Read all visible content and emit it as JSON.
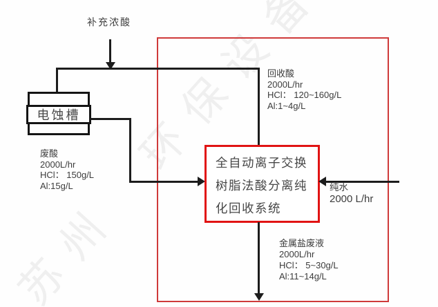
{
  "watermark": {
    "text": "苏州　环保设备"
  },
  "labels": {
    "supplement_acid": "补充浓酸",
    "etch_tank": "电蚀槽"
  },
  "system_box": {
    "lines": [
      "全自动离子交换",
      "树脂法酸分离纯",
      "化回收系统"
    ]
  },
  "streams": {
    "waste_acid": {
      "name": "废酸",
      "flow": "2000L/hr",
      "hcl": "HCl： 150g/L",
      "al": "Al:15g/L"
    },
    "recovered_acid": {
      "name": "回收酸",
      "flow": "2000L/hr",
      "hcl": "HCl： 120~160g/L",
      "al": "Al:1~4g/L"
    },
    "pure_water": {
      "name": "纯水",
      "flow": "2000 L/hr"
    },
    "metal_salt_waste": {
      "name": "金属盐废液",
      "flow": "2000L/hr",
      "hcl": "HCl： 5~30g/L",
      "al": "Al:11~14g/L"
    }
  },
  "colors": {
    "outer_box_border": "#cf3a3a",
    "inner_box_border": "#e11313",
    "flow_line": "#1c1c1c",
    "text": "#3d3d3d",
    "watermark": "#000000"
  }
}
